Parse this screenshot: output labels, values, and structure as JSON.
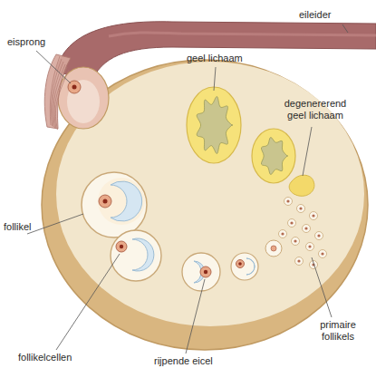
{
  "diagram": {
    "labels": [
      "eileider",
      "eisprong",
      "geel lichaam",
      "degenererend geel lichaam",
      "follikel",
      "follikelcellen",
      "rijpende eicel",
      "primaire follikels"
    ]
  }
}
